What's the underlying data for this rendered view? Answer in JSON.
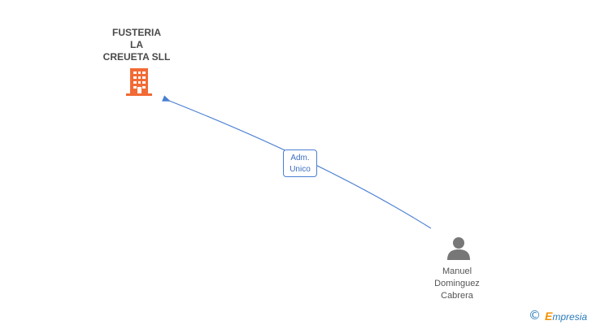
{
  "company": {
    "name_lines": [
      "FUSTERIA",
      "LA",
      "CREUETA SLL"
    ],
    "icon": "building-icon",
    "color": "#f26a35"
  },
  "relation": {
    "label_lines": [
      "Adm.",
      "Unico"
    ],
    "edge_color": "#4a7fd3"
  },
  "person": {
    "name_lines": [
      "Manuel",
      "Dominguez",
      "Cabrera"
    ],
    "icon": "person-icon",
    "color": "#777777"
  },
  "brand": {
    "copyright": "©",
    "first_letter": "E",
    "rest": "mpresia",
    "color": "#2b7bb9",
    "accent": "#f39200"
  }
}
